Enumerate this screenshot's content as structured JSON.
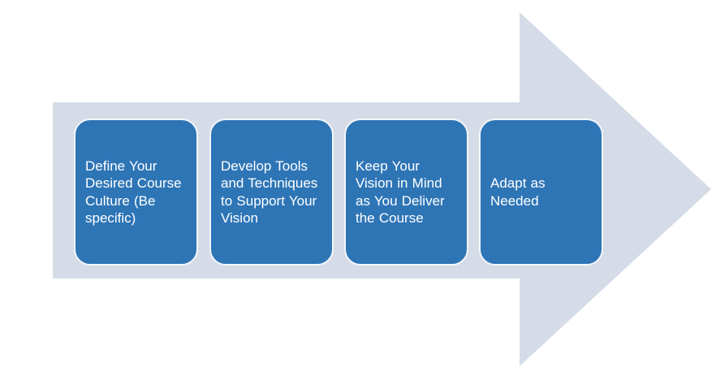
{
  "diagram": {
    "type": "process-arrow",
    "background_color": "#ffffff",
    "arrow": {
      "name": "right-arrow",
      "fill_color": "#d5dce8"
    },
    "box_style": {
      "fill_color": "#2e75b6",
      "border_color": "#f3f6fa",
      "text_color": "#ffffff"
    },
    "steps": [
      {
        "label": "Define Your Desired Course Culture (Be specific)"
      },
      {
        "label": "Develop Tools and Techniques to Support Your Vision"
      },
      {
        "label": "Keep Your Vision in Mind as You Deliver the Course"
      },
      {
        "label": "Adapt as Needed"
      }
    ]
  }
}
